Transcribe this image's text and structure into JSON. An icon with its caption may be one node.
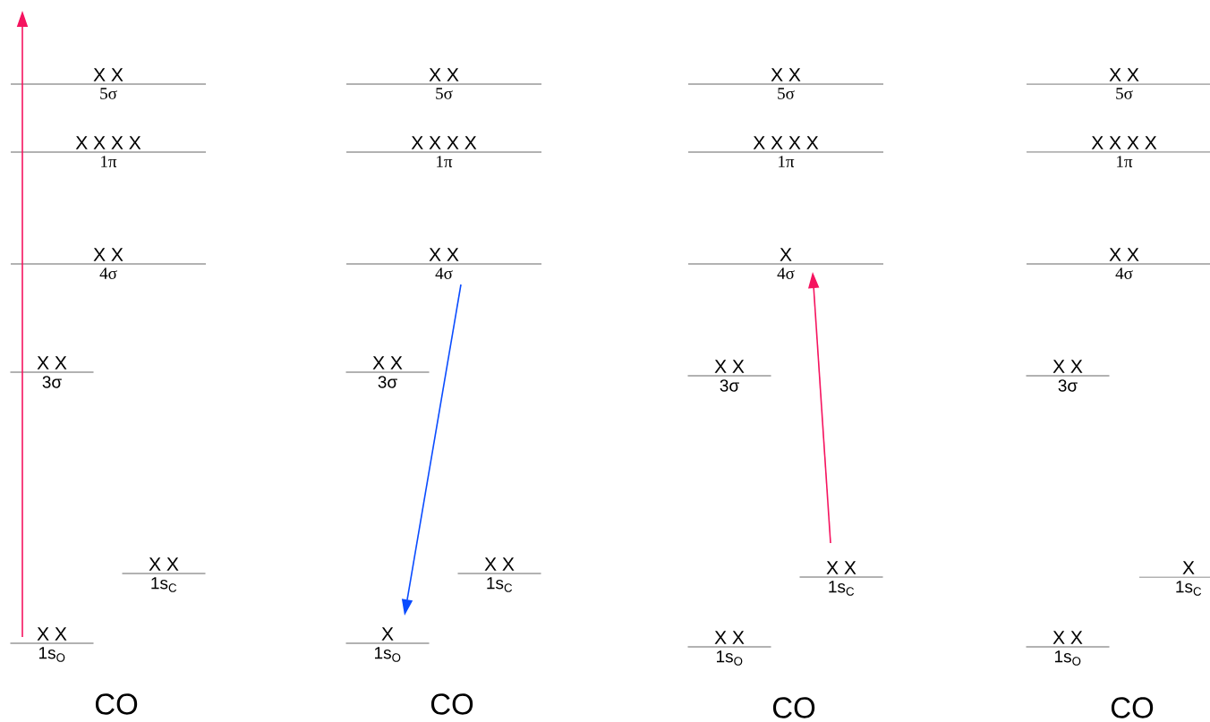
{
  "diagram": {
    "nodes": [
      {
        "text": [
          "X X",
          "5σ"
        ]
      },
      {
        "text": [
          "X X X X",
          "1π"
        ]
      },
      {
        "text": [
          "X X",
          "4σ"
        ]
      },
      {
        "text": [
          "X X",
          "3σ"
        ]
      },
      {
        "text": [
          "X X",
          "1s$_{C}$"
        ]
      },
      {
        "text": [
          "X X",
          "1s$_{O}$"
        ]
      },
      {
        "text": [
          "X X",
          "5σ"
        ]
      },
      {
        "text": [
          "X X X X",
          "1π"
        ]
      },
      {
        "text": [
          "X X",
          "4σ"
        ]
      },
      {
        "text": [
          "X X",
          "3σ"
        ]
      },
      {
        "text": [
          "X X",
          "1s$_{C}$"
        ]
      },
      {
        "text": [
          "X",
          "1s$_{O}$"
        ]
      },
      {
        "text": [
          "X X",
          "5σ"
        ]
      },
      {
        "text": [
          "X X X X",
          "1π"
        ]
      },
      {
        "text": [
          "X",
          "4σ"
        ]
      },
      {
        "text": [
          "X X",
          "3σ"
        ]
      },
      {
        "text": [
          "X X",
          "1s$_{C}$"
        ]
      },
      {
        "text": [
          "X X",
          "1s$_{O}$"
        ]
      },
      {
        "text": [
          "X X",
          "5σ"
        ]
      },
      {
        "text": [
          "X X X X",
          "1π"
        ]
      },
      {
        "text": [
          "X X",
          "4σ"
        ]
      },
      {
        "text": [
          "X X",
          "3σ"
        ]
      },
      {
        "text": [
          "X",
          "1s$_{C}$"
        ]
      },
      {
        "text": [
          "X X",
          "1s$_{O}$"
        ]
      }
    ],
    "edges": [
      {
        "from": 5,
        "to": null,
        "arrow": "to"
      },
      {
        "from": 8,
        "to": 11,
        "arrow": "to",
        "color": "#0a4cff"
      },
      {
        "from": 16,
        "to": 14,
        "arrow": "to"
      }
    ],
    "labels": [
      "CO",
      "CO",
      "CO",
      "CO"
    ]
  }
}
